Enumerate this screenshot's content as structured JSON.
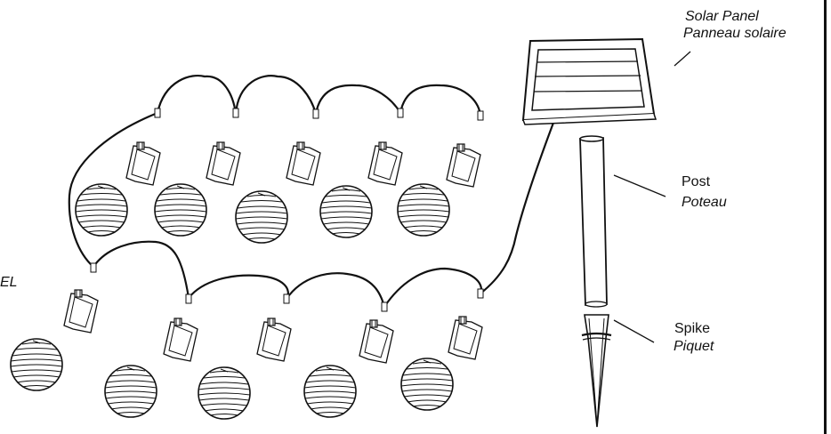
{
  "labels": {
    "solar_panel_en": "Solar Panel",
    "solar_panel_fr": "Panneau solaire",
    "post_en": "Post",
    "post_fr": "Poteau",
    "spike_en": "Spike",
    "spike_fr": "Piquet",
    "edge_fragment": "EL"
  },
  "lanterns": {
    "top_row_count": 5,
    "bottom_row_count": 5
  }
}
